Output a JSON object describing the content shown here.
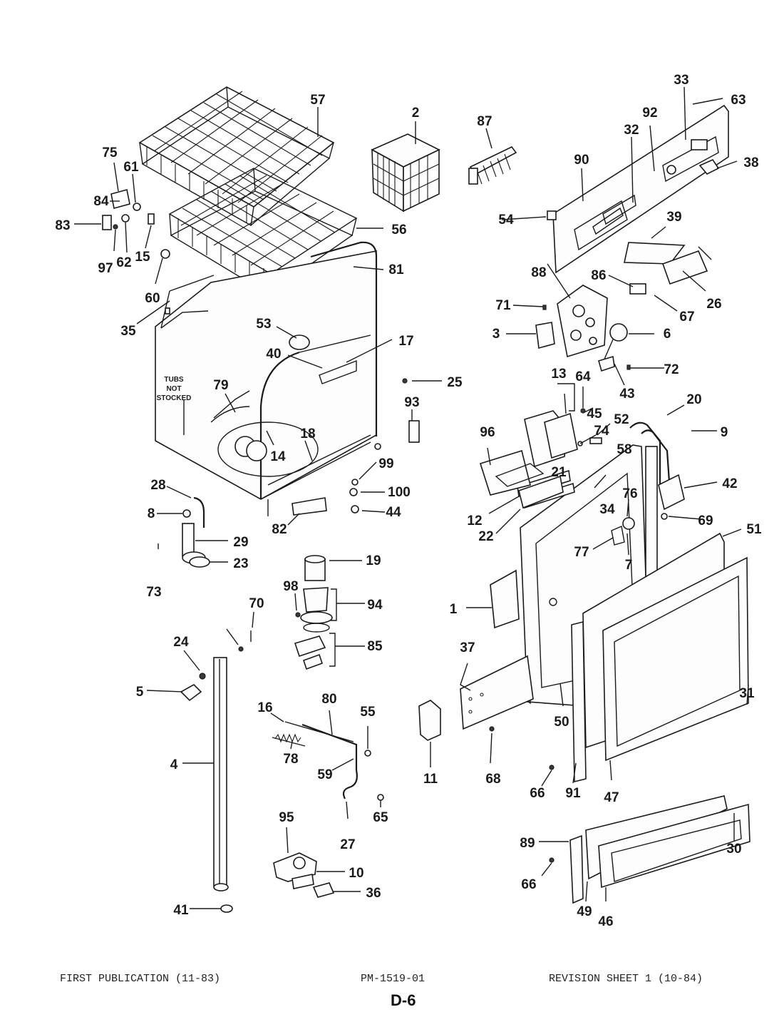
{
  "footer": {
    "left": "FIRST PUBLICATION (11-83)",
    "center": "PM-1519-01",
    "right": "REVISION SHEET 1 (10-84)",
    "page_id": "D-6"
  },
  "tub_note": [
    "TUBS",
    "NOT",
    "STOCKED"
  ],
  "part_labels": {
    "p1": "1",
    "p2": "2",
    "p3": "3",
    "p4": "4",
    "p5": "5",
    "p6": "6",
    "p7": "7",
    "p8": "8",
    "p9": "9",
    "p10": "10",
    "p11": "11",
    "p12": "12",
    "p13": "13",
    "p14": "14",
    "p15": "15",
    "p16": "16",
    "p17": "17",
    "p18": "18",
    "p19": "19",
    "p20": "20",
    "p21": "21",
    "p22": "22",
    "p23": "23",
    "p24": "24",
    "p25": "25",
    "p26": "26",
    "p27": "27",
    "p28": "28",
    "p29": "29",
    "p30": "30",
    "p31": "31",
    "p32": "32",
    "p33": "33",
    "p34": "34",
    "p35": "35",
    "p36": "36",
    "p37": "37",
    "p38": "38",
    "p39": "39",
    "p40": "40",
    "p41": "41",
    "p42": "42",
    "p43": "43",
    "p44": "44",
    "p45": "45",
    "p46": "46",
    "p47": "47",
    "p49": "49",
    "p50": "50",
    "p51": "51",
    "p52": "52",
    "p53": "53",
    "p54": "54",
    "p55": "55",
    "p56": "56",
    "p57": "57",
    "p58": "58",
    "p59": "59",
    "p60": "60",
    "p61": "61",
    "p62": "62",
    "p63": "63",
    "p64": "64",
    "p65": "65",
    "p66a": "66",
    "p66b": "66",
    "p67": "67",
    "p68": "68",
    "p69": "69",
    "p70": "70",
    "p71": "71",
    "p72": "72",
    "p73": "73",
    "p74": "74",
    "p75": "75",
    "p76": "76",
    "p77": "77",
    "p78": "78",
    "p79": "79",
    "p80": "80",
    "p81": "81",
    "p82": "82",
    "p83": "83",
    "p84": "84",
    "p85": "85",
    "p86": "86",
    "p87": "87",
    "p88": "88",
    "p89": "89",
    "p90": "90",
    "p91": "91",
    "p92": "92",
    "p93": "93",
    "p94": "94",
    "p95": "95",
    "p96": "96",
    "p97": "97",
    "p98": "98",
    "p99": "99",
    "p100": "100"
  }
}
